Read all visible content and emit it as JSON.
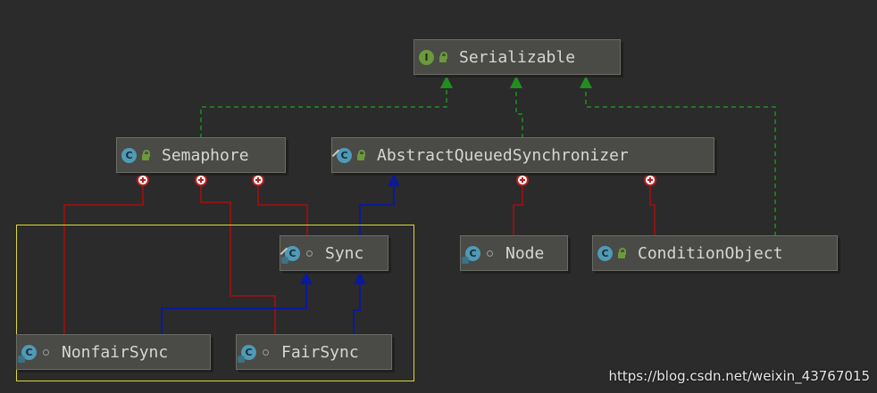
{
  "nodes": {
    "serializable": {
      "label": "Serializable",
      "kind": "interface"
    },
    "semaphore": {
      "label": "Semaphore",
      "kind": "class"
    },
    "aqs": {
      "label": "AbstractQueuedSynchronizer",
      "kind": "abstract-class"
    },
    "sync": {
      "label": "Sync",
      "kind": "abstract-inner-class"
    },
    "node": {
      "label": "Node",
      "kind": "inner-class"
    },
    "condition_object": {
      "label": "ConditionObject",
      "kind": "inner-class"
    },
    "nonfair_sync": {
      "label": "NonfairSync",
      "kind": "inner-class"
    },
    "fair_sync": {
      "label": "FairSync",
      "kind": "inner-class"
    }
  },
  "badges": {
    "class": "C",
    "interface": "I"
  },
  "relations": {
    "implements": [
      [
        "semaphore",
        "serializable"
      ],
      [
        "aqs",
        "serializable"
      ],
      [
        "condition_object",
        "serializable"
      ]
    ],
    "extends": [
      [
        "sync",
        "aqs"
      ],
      [
        "nonfair_sync",
        "sync"
      ],
      [
        "fair_sync",
        "sync"
      ]
    ],
    "inner_of": [
      [
        "nonfair_sync",
        "semaphore"
      ],
      [
        "fair_sync",
        "semaphore"
      ],
      [
        "sync",
        "semaphore"
      ],
      [
        "node",
        "aqs"
      ],
      [
        "condition_object",
        "aqs"
      ]
    ]
  },
  "colors": {
    "implements": "#1f8f1f",
    "extends": "#0a1a9a",
    "inner": "#8a1515",
    "highlight_box": "#d8d838"
  },
  "watermark": "https://blog.csdn.net/weixin_43767015"
}
